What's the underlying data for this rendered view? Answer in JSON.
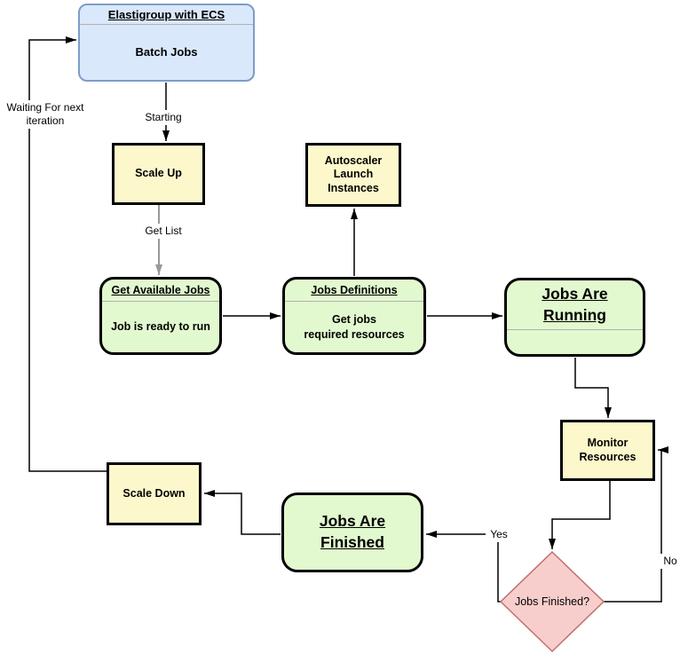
{
  "diagram": {
    "nodes": {
      "elastigroup": {
        "title": "Elastigroup with ECS",
        "body": "Batch Jobs"
      },
      "scale_up": {
        "label": "Scale Up"
      },
      "autoscaler": {
        "label": "Autoscaler Launch Instances"
      },
      "get_available_jobs": {
        "title": "Get Available Jobs",
        "body": "Job is ready to run"
      },
      "jobs_definitions": {
        "title": "Jobs Definitions",
        "body_line1": "Get jobs",
        "body_line2": "required resources"
      },
      "jobs_running": {
        "line1": "Jobs Are",
        "line2": "Running"
      },
      "monitor_resources": {
        "label": "Monitor Resources"
      },
      "jobs_finished_decision": {
        "label": "Jobs Finished?"
      },
      "jobs_are_finished": {
        "line1": "Jobs Are",
        "line2": "Finished"
      },
      "scale_down": {
        "label": "Scale Down"
      }
    },
    "edge_labels": {
      "starting": "Starting",
      "get_list": "Get List",
      "yes": "Yes",
      "no": "No",
      "waiting": "Waiting For next iteration"
    }
  },
  "colors": {
    "canvas_bg": "#ffffff",
    "blue_fill": "#dae8fc",
    "blue_border": "#7e9cc9",
    "green_fill": "#e2f9d0",
    "yellow_fill": "#fdf8cc",
    "dark_border": "#000000",
    "diamond_fill": "#f8cecc",
    "diamond_border": "#c0706c",
    "connector": "#000000",
    "connector_gray": "#999999",
    "divider": "#b0b0b0"
  }
}
